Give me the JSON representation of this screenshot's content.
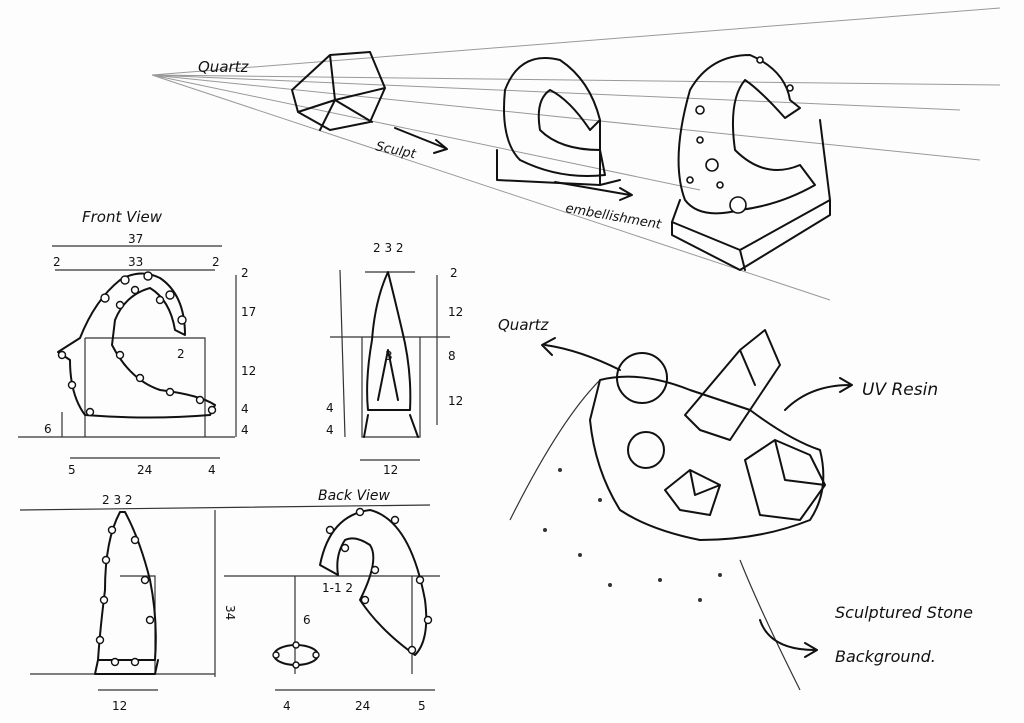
{
  "perspective": {
    "start_label": "Quartz",
    "step1_label": "Sculpt",
    "step2_label": "embellishment"
  },
  "front_view": {
    "title": "Front View",
    "dims": {
      "total_width": "37",
      "inner_width": "33",
      "left_margin": "2",
      "right_margin": "2",
      "top": "2",
      "upper_height": "17",
      "middle_height": "12",
      "lower_height": "4",
      "base_height": "4",
      "left_offset": "6",
      "gap": "2",
      "bottom_left": "5",
      "bottom_mid": "24",
      "bottom_right": "4"
    }
  },
  "side_view": {
    "top_dims": "2 3 2",
    "dims": {
      "top": "2",
      "upper": "12",
      "middle": "8",
      "lower": "12",
      "inner": "3",
      "left_a": "4",
      "left_b": "4",
      "width": "12"
    }
  },
  "back_view": {
    "title": "Back View",
    "dims": {
      "top_left": "2 3 2",
      "height": "34",
      "left_width": "12",
      "oval": "6",
      "gap": "1-1 2",
      "bottom_left": "4",
      "bottom_mid": "24",
      "bottom_right": "5"
    }
  },
  "detail": {
    "quartz_label": "Quartz",
    "resin_label": "UV Resin",
    "stone_label_line1": "Sculptured Stone",
    "stone_label_line2": "Background."
  }
}
